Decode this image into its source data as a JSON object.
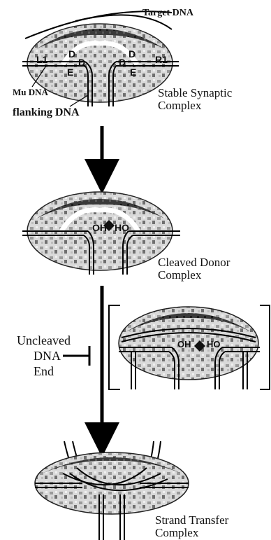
{
  "stage1": {
    "target_label": "Target DNA",
    "mu_label": "Mu DNA",
    "flanking_label": "flanking DNA",
    "name_line1": "Stable Synaptic",
    "name_line2": "Complex",
    "site_L1": "L1",
    "site_R1": "R1",
    "domain_D": "D",
    "domain_E": "E"
  },
  "stage2": {
    "name_line1": "Cleaved Donor",
    "name_line2": "Complex",
    "oh_left": "OH",
    "oh_right": "HO"
  },
  "branch": {
    "label_line1": "Uncleaved",
    "label_line2": "DNA",
    "label_line3": "End",
    "oh_left": "OH",
    "oh_right": "HO"
  },
  "stage3": {
    "name_line1": "Strand Transfer",
    "name_line2": "Complex"
  }
}
